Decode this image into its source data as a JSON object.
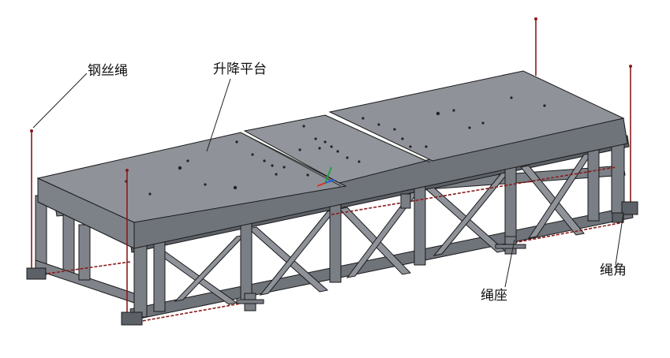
{
  "labels": {
    "wire_rope": "钢丝绳",
    "lifting_platform": "升降平台",
    "rope_seat": "绳座",
    "rope_corner": "绳角"
  },
  "colors": {
    "background": "#ffffff",
    "steel_top": "#8f9399",
    "steel_front": "#6f737a",
    "steel_dark": "#4c5057",
    "edge": "#1a1a1a",
    "wire_rope": "#8b1a1a",
    "leader_line": "#222222",
    "axis_x": "#e03020",
    "axis_y": "#20a040",
    "axis_z": "#2060e0"
  },
  "icons": {
    "coordinate_triad": "xyz-axis-triad-icon"
  }
}
